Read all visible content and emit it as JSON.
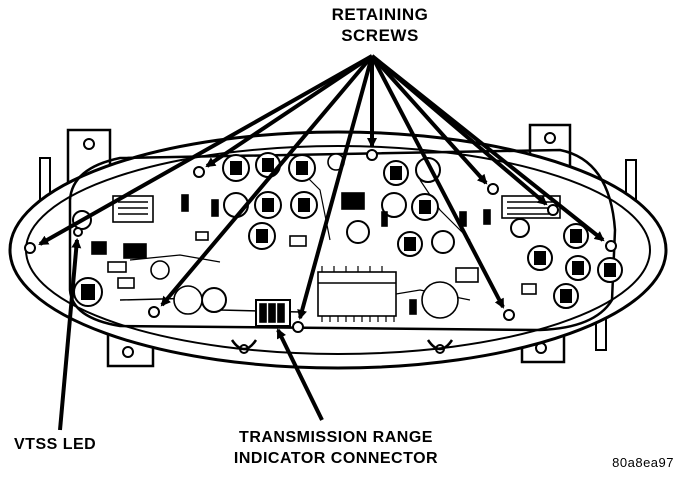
{
  "labels": {
    "retaining_screws_line1": "RETAINING",
    "retaining_screws_line2": "SCREWS",
    "vtss_led": "VTSS LED",
    "transmission_line1": "TRANSMISSION RANGE",
    "transmission_line2": "INDICATOR CONNECTOR",
    "figure_code": "80a8ea97"
  },
  "colors": {
    "ink": "#000000",
    "paper": "#ffffff"
  }
}
